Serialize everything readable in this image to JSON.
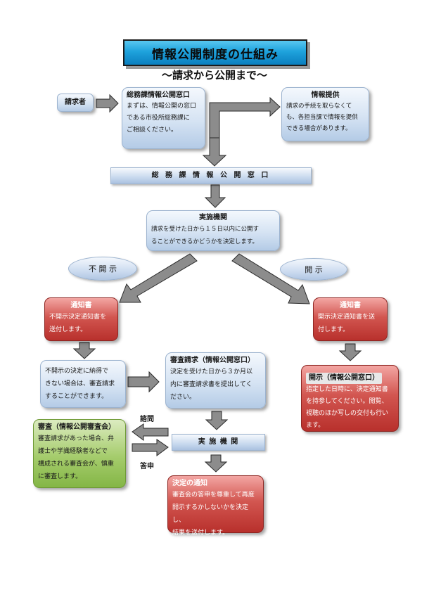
{
  "title": "情報公開制度の仕組み",
  "subtitle": "～請求から公開まで～",
  "requester": "請求者",
  "window_top": {
    "title": "総務課情報公開窓口",
    "lines": [
      "まずは、情報公開の窓口",
      "である市役所総務課に",
      "ご相談ください。"
    ]
  },
  "info_provision": {
    "title": "情報提供",
    "lines": [
      "請求の手続を取らなくて",
      "も、各担当課で情報を提供",
      "できる場合があります。"
    ]
  },
  "window_bar": "総 務 課 情 報 公 開 窓 口",
  "agency": {
    "title": "実施機関",
    "lines": [
      "請求を受けた日から１５日以内に公開す",
      "ることができるかどうかを決定します。"
    ]
  },
  "oval_nondisclose": "不 開 示",
  "oval_disclose": "開 示",
  "notice_left": {
    "title": "通知書",
    "lines": [
      "不開示決定通知書を",
      "送付します。"
    ]
  },
  "notice_right": {
    "title": "通知書",
    "lines": [
      "開示決定通知書を送",
      "付します。"
    ]
  },
  "objection": {
    "lines": [
      "不開示の決定に納得で",
      "きない場合は、審査請求",
      "することができます。"
    ]
  },
  "review_request": {
    "title": "審査請求（情報公開窓口）",
    "lines": [
      "決定を受けた日から３か月以",
      "内に審査請求書を提出してく",
      "ださい。"
    ]
  },
  "disclosure": {
    "title": "開示（情報公開窓口）",
    "lines": [
      "指定した日時に、決定通知書",
      "を持参してください。閲覧、",
      "視聴のほか写しの交付も行い",
      "ます。"
    ]
  },
  "review_board": {
    "title": "審査（情報公開審査会）",
    "lines": [
      "審査請求があった場合、弁",
      "護士や学識経験者などで",
      "構成される審査会が、慎重",
      "に審査します。"
    ]
  },
  "consult_label": "諮問",
  "answer_label": "答申",
  "agency_bar": "実 施 機 関",
  "final_decision": {
    "title": "決定の通知",
    "lines": [
      "審査会の答申を尊重して再度",
      "開示するかしないかを決定し、",
      "結果を送付します。"
    ]
  },
  "colors": {
    "title_blue": "#1ea2dc",
    "box_blue": "#d5e3f3",
    "box_red": "#c0403b",
    "box_green": "#a5cc6c",
    "arrow_gray": "#8c8c8c"
  }
}
